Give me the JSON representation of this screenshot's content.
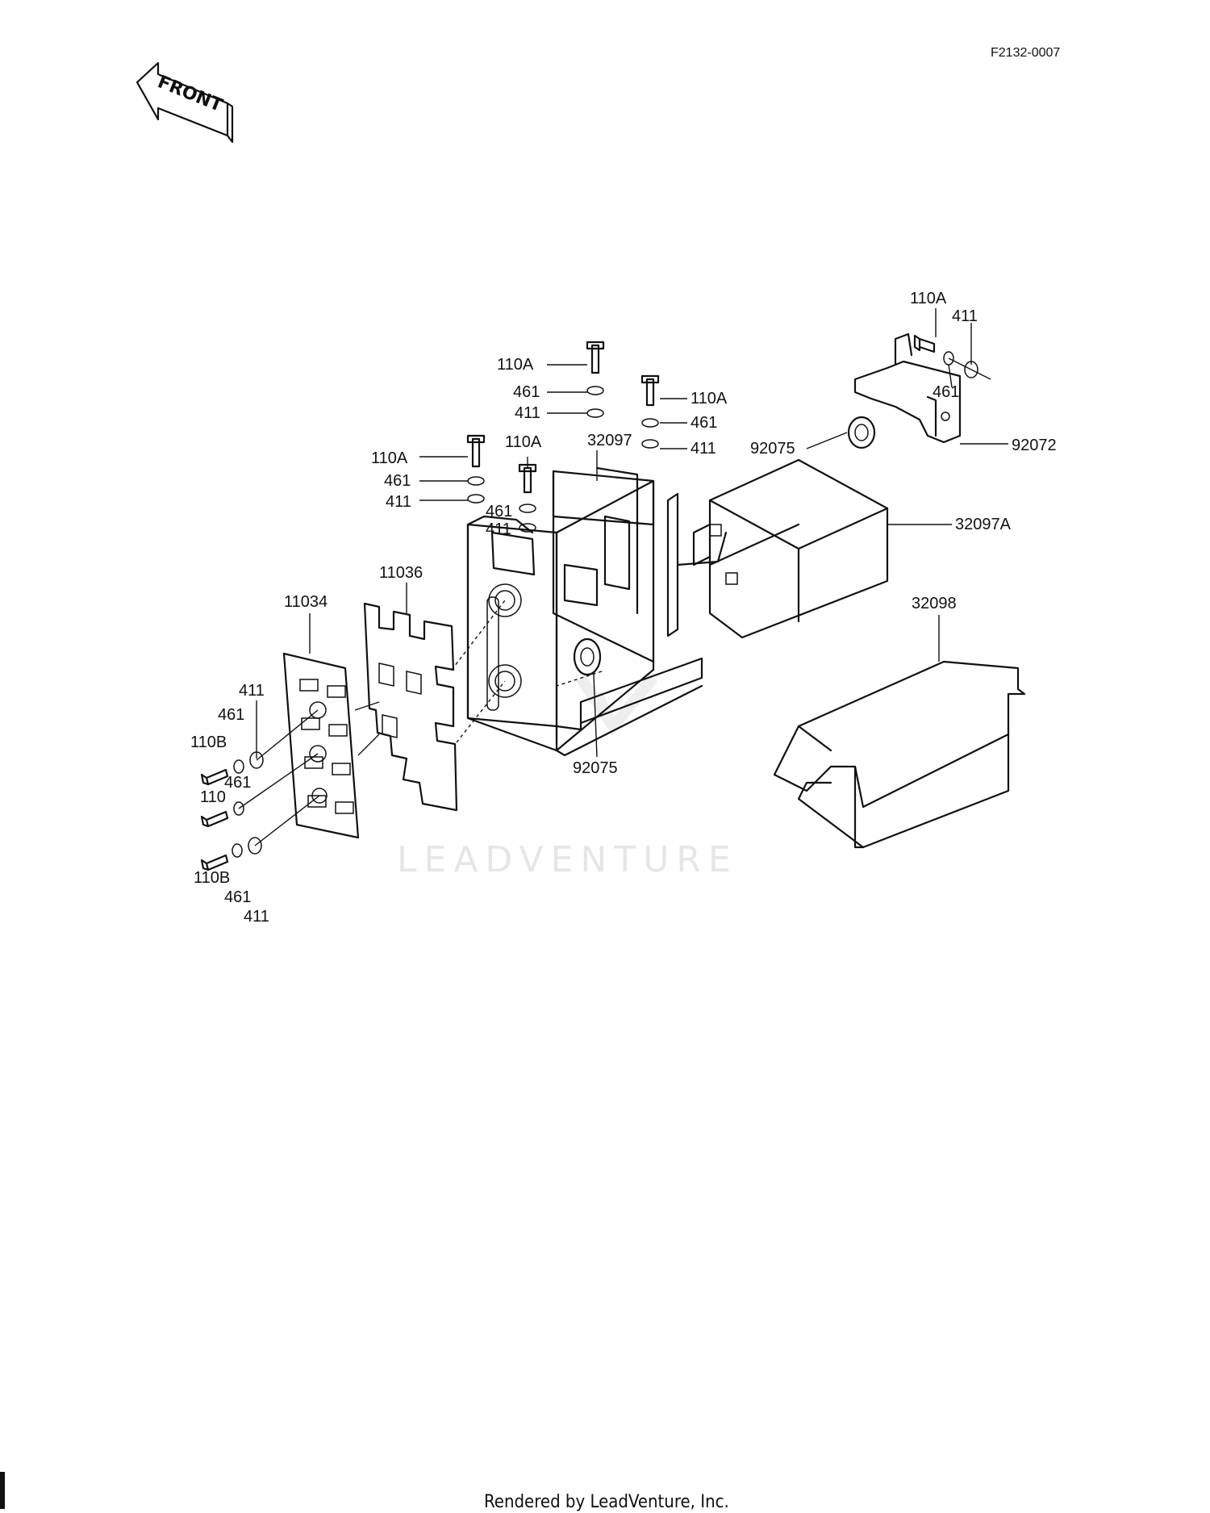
{
  "diagram": {
    "code": "F2132-0007",
    "front_label": "FRONT",
    "watermark": "LEADVENTURE",
    "footer": "Rendered by LeadVenture, Inc.",
    "callouts": [
      "110A",
      "411",
      "461",
      "92072",
      "32097A",
      "110A",
      "461",
      "411",
      "110A",
      "461",
      "411",
      "32097",
      "110A",
      "461",
      "411",
      "110A",
      "461",
      "411",
      "92075",
      "11036",
      "11034",
      "32098",
      "92075",
      "411",
      "461",
      "110B",
      "461",
      "110",
      "110B",
      "461",
      "411"
    ]
  }
}
